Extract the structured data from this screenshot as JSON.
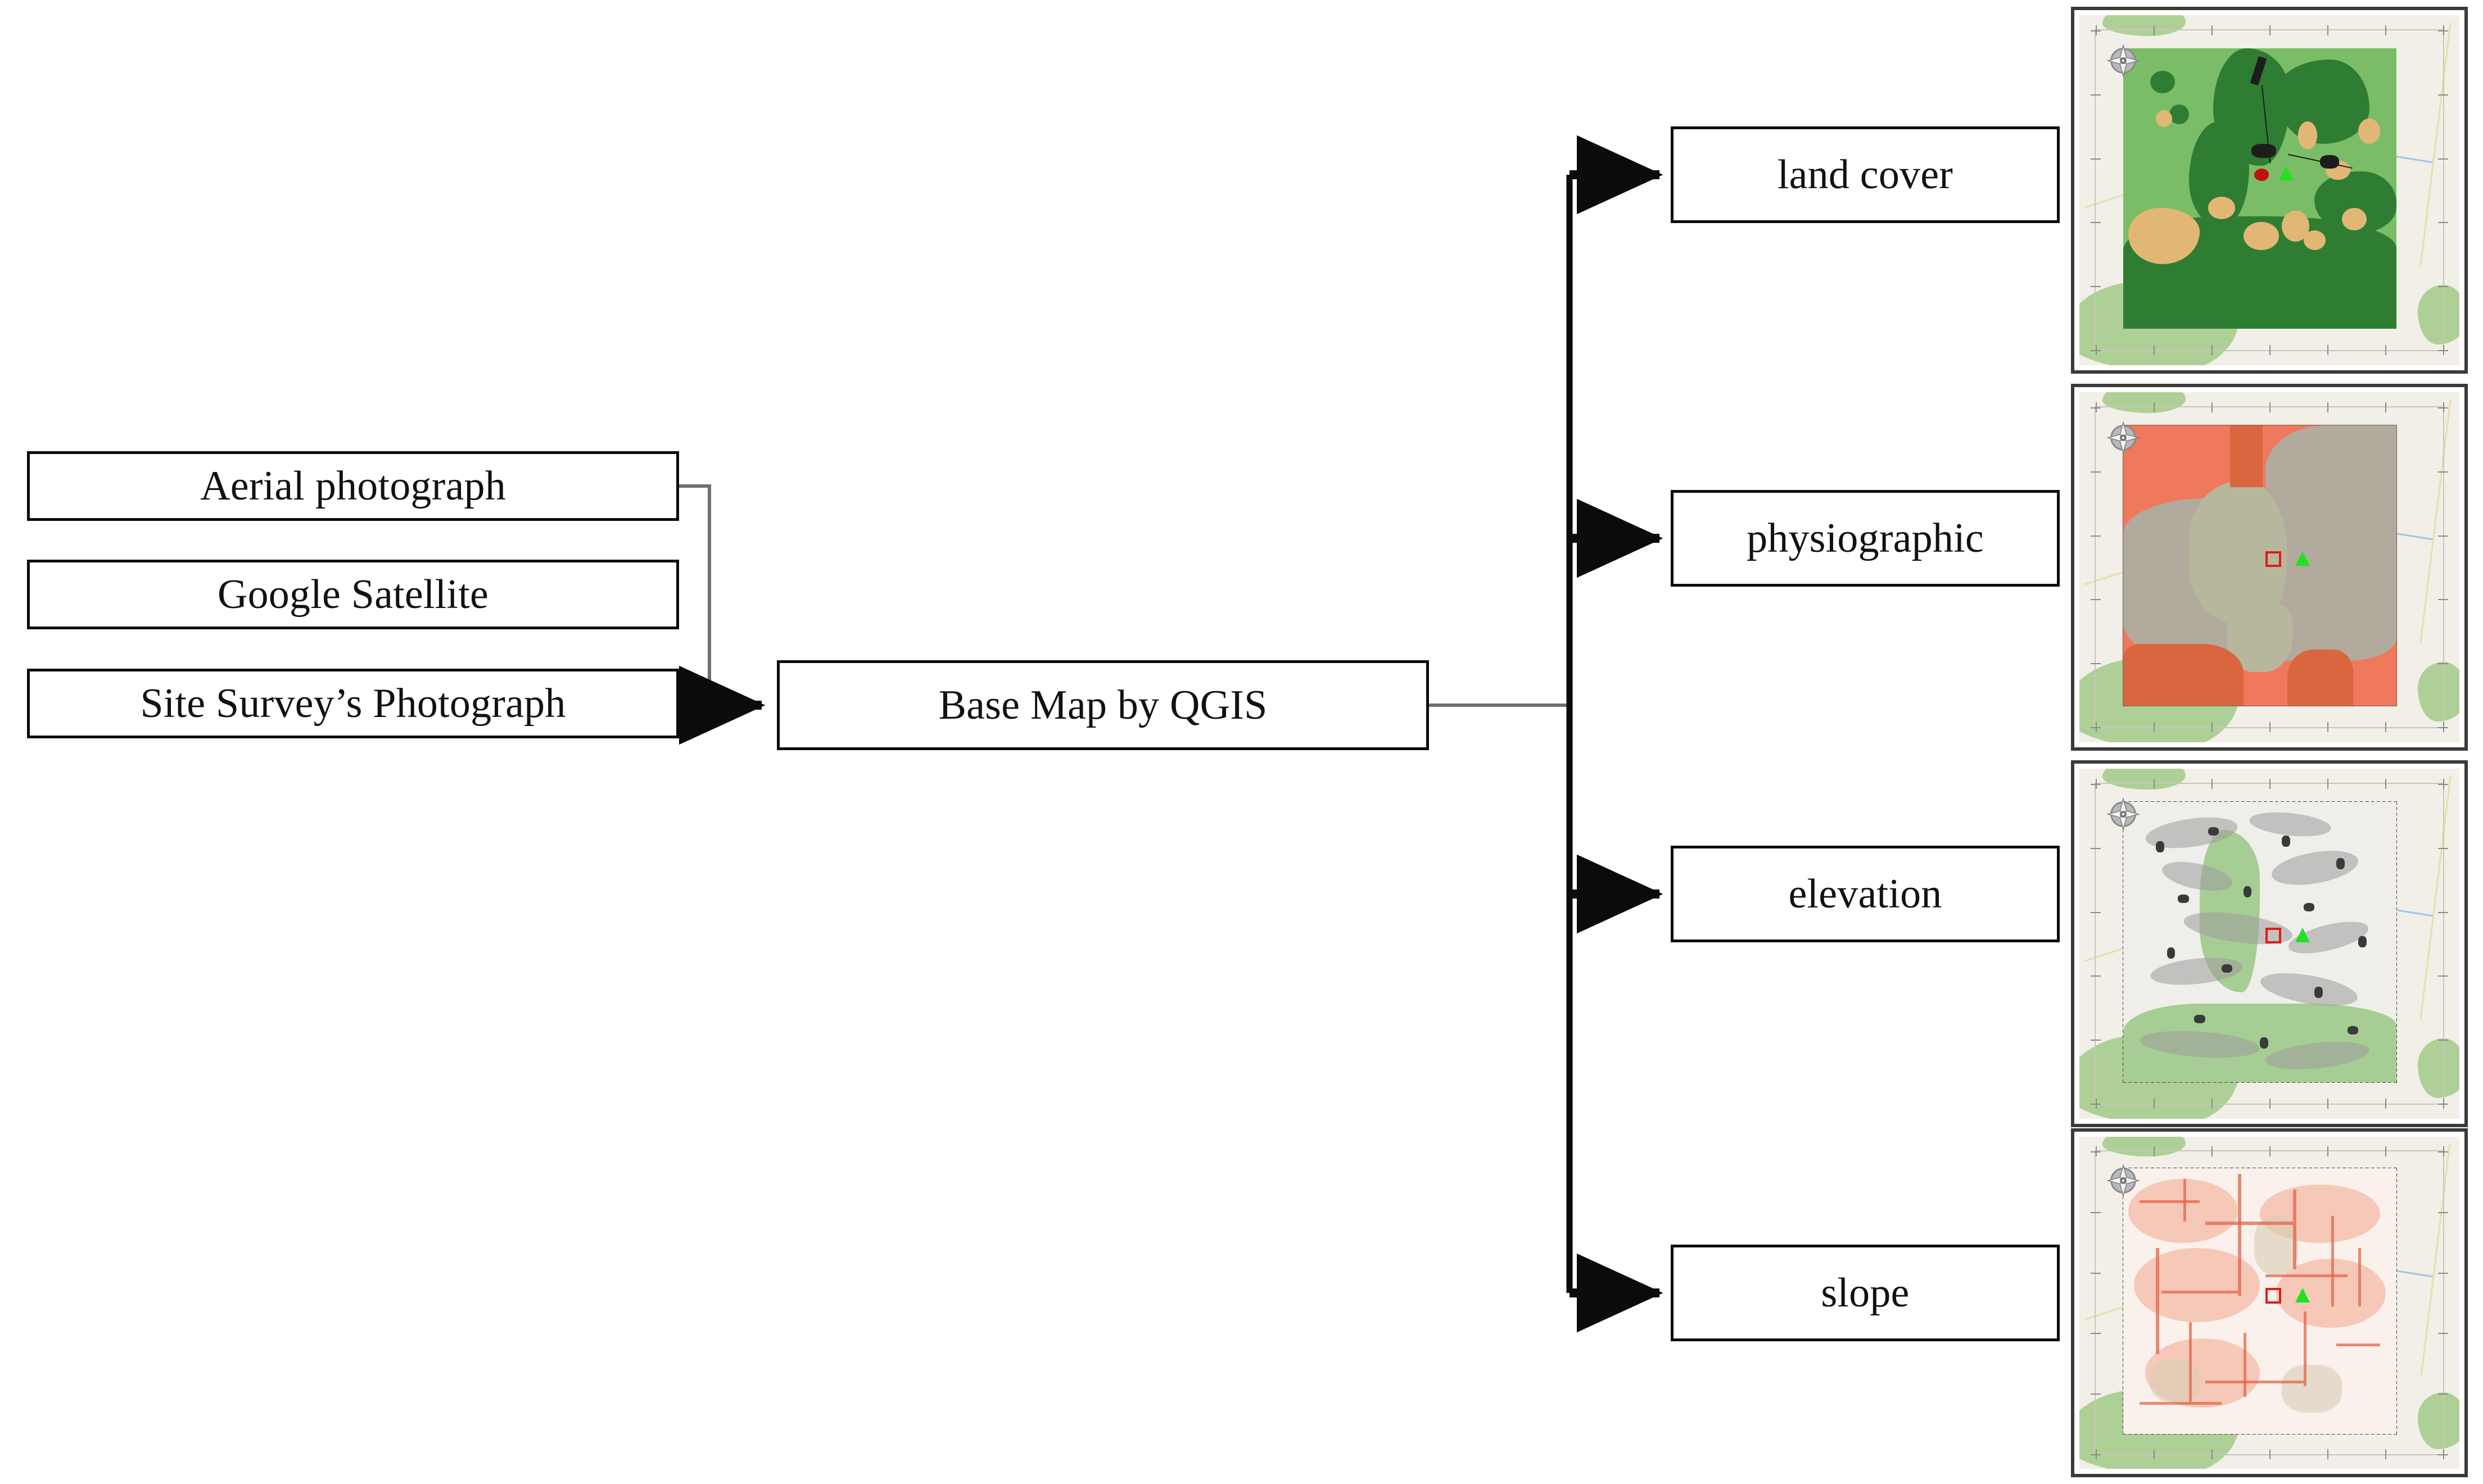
{
  "diagram": {
    "title": "Base Map workflow",
    "sources": [
      {
        "label": "Aerial photograph"
      },
      {
        "label": "Google Satellite"
      },
      {
        "label": "Site Survey’s Photograph"
      }
    ],
    "hub": {
      "label": "Base Map by QGIS"
    },
    "outputs": [
      {
        "label": "land cover"
      },
      {
        "label": "physiographic"
      },
      {
        "label": "elevation"
      },
      {
        "label": "slope"
      }
    ],
    "maps": [
      {
        "name": "land-cover-map",
        "kind": "land-cover",
        "compass": "compass-rose-icon",
        "markers": [
          "red-site-blob",
          "green-triangle-marker"
        ],
        "legend_colors": [
          "#2e7d32",
          "#7bbd67",
          "#e2b776",
          "#9ec7e8"
        ]
      },
      {
        "name": "physiographic-map",
        "kind": "physiographic",
        "compass": "compass-rose-icon",
        "markers": [
          "red-square-marker",
          "green-triangle-marker"
        ],
        "legend_colors": [
          "#f0785c",
          "#b2aa9d",
          "#b7b79d",
          "#d9663f"
        ]
      },
      {
        "name": "elevation-map",
        "kind": "elevation",
        "compass": "compass-rose-icon",
        "markers": [
          "red-square-marker",
          "green-triangle-marker"
        ],
        "legend_colors": [
          "#efeeea",
          "#9d9d9d",
          "#93c47d"
        ]
      },
      {
        "name": "slope-map",
        "kind": "slope",
        "compass": "compass-rose-icon",
        "markers": [
          "red-square-marker",
          "green-triangle-marker"
        ],
        "legend_colors": [
          "#e2654a",
          "#faf1ec",
          "#d9cdb5",
          "#aed096"
        ]
      }
    ],
    "colors": {
      "stroke": "#0b0b0b",
      "thin_connector": "#6e6e6e",
      "map_frame": "#3a3a3a",
      "background": "#ffffff"
    }
  }
}
